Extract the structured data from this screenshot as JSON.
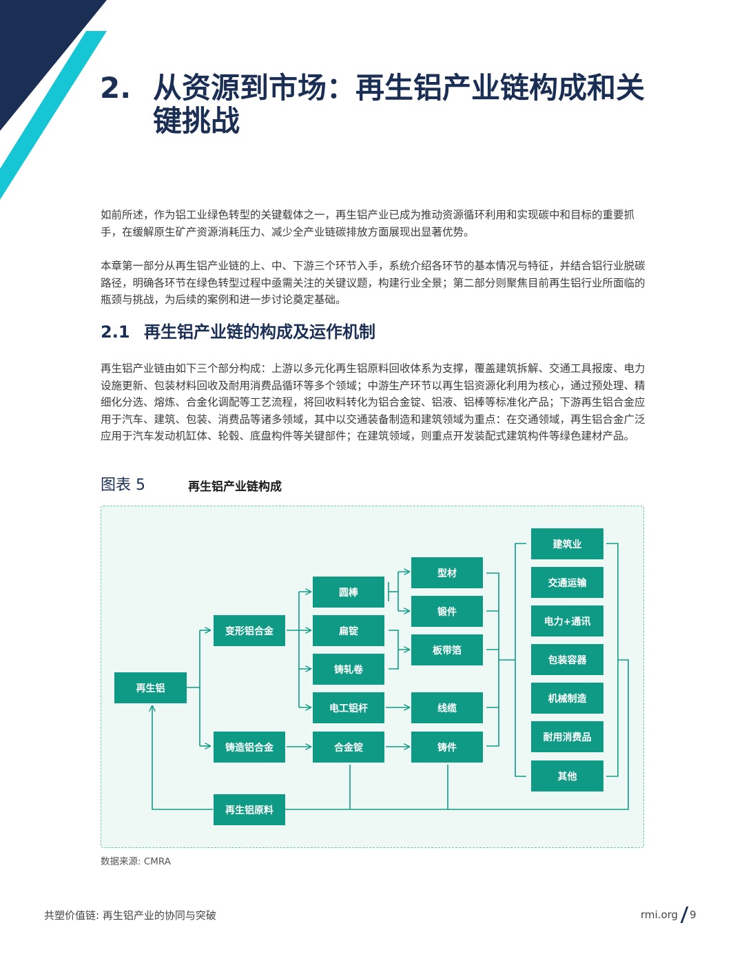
{
  "header": {
    "chapter_number": "2.",
    "chapter_title": "从资源到市场：再生铝产业链构成和关键挑战",
    "accent_colors": {
      "navy": "#1b2f55",
      "cyan": "#17c6d4"
    }
  },
  "paragraphs": [
    "如前所述，作为铝工业绿色转型的关键载体之一，再生铝产业已成为推动资源循环利用和实现碳中和目标的重要抓手，在缓解原生矿产资源消耗压力、减少全产业链碳排放方面展现出显著优势。",
    "本章第一部分从再生铝产业链的上、中、下游三个环节入手，系统介绍各环节的基本情况与特征，并结合铝行业脱碳路径，明确各环节在绿色转型过程中亟需关注的关键议题，构建行业全景；第二部分则聚焦目前再生铝行业所面临的瓶颈与挑战，为后续的案例和进一步讨论奠定基础。"
  ],
  "section": {
    "number": "2.1",
    "title": "再生铝产业链的构成及运作机制",
    "paragraph": "再生铝产业链由如下三个部分构成：上游以多元化再生铝原料回收体系为支撑，覆盖建筑拆解、交通工具报废、电力设施更新、包装材料回收及耐用消费品循环等多个领域；中游生产环节以再生铝资源化利用为核心，通过预处理、精细化分选、熔炼、合金化调配等工艺流程，将回收料转化为铝合金锭、铝液、铝棒等标准化产品；下游再生铝合金应用于汽车、建筑、包装、消费品等诸多领域，其中以交通装备制造和建筑领域为重点：在交通领域，再生铝合金广泛应用于汽车发动机缸体、轮毂、底盘构件等关键部件；在建筑领域，则重点开发装配式建筑构件等绿色建材产品。"
  },
  "figure": {
    "label": "图表 5",
    "title": "再生铝产业链构成",
    "node_color": "#0e9a85",
    "nodes": {
      "recycled_al": "再生铝",
      "wrought_alloy": "变形铝合金",
      "cast_alloy": "铸造铝合金",
      "round_bar": "圆棒",
      "slab": "扁锭",
      "cast_rolled_coil": "铸轧卷",
      "electrical_rod": "电工铝杆",
      "alloy_ingot": "合金锭",
      "profile": "型材",
      "forging": "锻件",
      "sheet_strip_foil": "板带箔",
      "wire_cable": "线缆",
      "casting": "铸件",
      "raw_material": "再生铝原料",
      "construction": "建筑业",
      "transport": "交通运输",
      "power_telecom": "电力+通讯",
      "packaging": "包装容器",
      "machinery": "机械制造",
      "durable_goods": "耐用消费品",
      "other": "其他"
    },
    "source": "数据来源: CMRA"
  },
  "footer": {
    "report_title": "共塑价值链: 再生铝产业的协同与突破",
    "site": "rmi.org",
    "page_number": "9"
  }
}
